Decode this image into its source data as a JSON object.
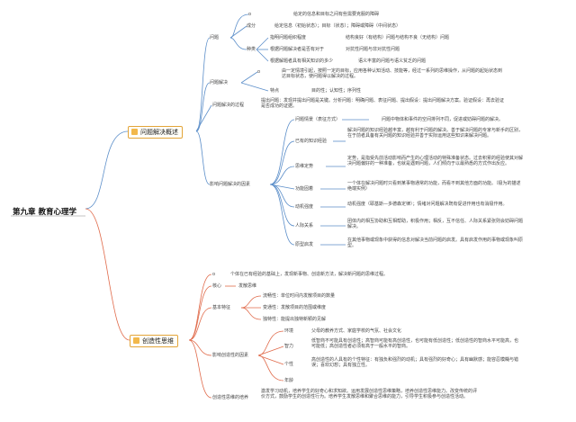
{
  "root": "第九章 教育心理学",
  "colors": {
    "branch1": "#5b8ec9",
    "branch2": "#e06a4a",
    "topic_border": "#e3a53a",
    "topic_icon": "#f2b84b"
  },
  "branch1": {
    "title": "问题解决概述",
    "problem": {
      "label": "问题",
      "def": "给定的信息和目标之间有些需要克服的障碍",
      "components_label": "成分",
      "components": "给定信息（初始状态）；目标（状态）；障碍或障碍（中间状态）",
      "types_label": "种类",
      "type1": "指明问题组织程度",
      "type1b": "结构良好（有结构）问题与结构不良（无结构）问题",
      "type2": "根据问题解决者是否有对于",
      "type2b": "对抗性问题与非对抗性问题",
      "type3": "根据解题者具有相关知识的多少",
      "type3b": "语义丰富的问题与语义贫乏的问题"
    },
    "solving": {
      "label": "问题解决",
      "def": "由一定情境引起，按照一定的目标，应用各种认知活动、技能等，经过一系列的思维操作，从问题的起始状态到达目标状态，使问题得以解决的过程。",
      "features_label": "特点",
      "features": "目的性；认知性；序列性"
    },
    "process": {
      "label": "问题解决的过程",
      "text": "提出问题：发现并提出问题是关键。分析问题：明确问题、表征问题、提出假设：提出问题解决方案。验证假设：再去验证是否成功的证据。"
    },
    "factors": {
      "label": "影响问题解决的因素",
      "items": [
        {
          "name": "问题情景（表征方式）",
          "text": "问题中物体和事件的空间排列不同，促进或妨碍问题的解决。"
        },
        {
          "name": "已有的知识经验",
          "text": "解决问题的知识经验越丰富，越有利于问题的解决。善于解决问题的专家与新手的区别，在于前者具备有关问题的知识经验并善于实际运用这些知识来解决问题。"
        },
        {
          "name": "思维定势",
          "text": "定势，是指受先前活动影响而产生的心理活动的特殊准备状态。过去积累的经验使其对解决问题偏好的一种准备，也就是遇到问题，人们倾向于以最熟悉的方式作出反应。"
        },
        {
          "name": "功能固着",
          "text": "一个体在解决问题时只看到某事物通常的功能，而看不到其他方面的功能。（极为的描述绝端实例）"
        },
        {
          "name": "动机强度",
          "text": "动机强度（耶基斯—多德森定律）；情绪对问题解决既有促进作用也有消极作用。"
        },
        {
          "name": "人际关系",
          "text": "团体内的相互协助和互相帮助，积极作用；相反，互不信任、人际关系紧张则会妨碍问题解决。"
        },
        {
          "name": "原型启发",
          "text": "在其他事物或现象中获得的信息对解决当前问题的启发。具有启发作用的事物或现象叫原型。"
        }
      ]
    }
  },
  "branch2": {
    "title": "创造性思维",
    "def": "个体在已有经验的基础上，发现新事物、创造新方法，解决新问题的思维过程。",
    "core_label": "核心",
    "core": "发散思维",
    "features_label": "基本特征",
    "features": [
      "流畅性：单位时间内发散项目的数量",
      "变通性：发散项目的范围或维度",
      "独特性：能提出独特新颖的见解"
    ],
    "influences_label": "影响创造性的因素",
    "influences": [
      {
        "name": "环境",
        "text": "父母的教养方式、家庭学校的气氛、社会文化"
      },
      {
        "name": "智力",
        "text": "低智商不可能具有创造性；高智商可能有高创造性，也可能有低创造性；低创造性的智商水平可能高，也可能低；高创造性者必须有高于一般水平的智商。"
      },
      {
        "name": "个性",
        "text": "高创造性的人具有的个性特征：有独负和强烈的动机；具有强烈的好奇心；具有幽默感；能容忍模糊与错误；喜欢幻想；具有独立性。"
      },
      {
        "name": "年龄",
        "text": ""
      }
    ],
    "cultivation_label": "创造性思维的培养",
    "cultivation": "激发学习动机，培养学生的好奇心和求知欲。运用发展创造性思维策略，培养创造性思维能力。改变传统的评价方式，鼓励学生的创造性行为。培养学生发散思维和聚合思维的能力，引导学生积极参与创造性活动。"
  }
}
